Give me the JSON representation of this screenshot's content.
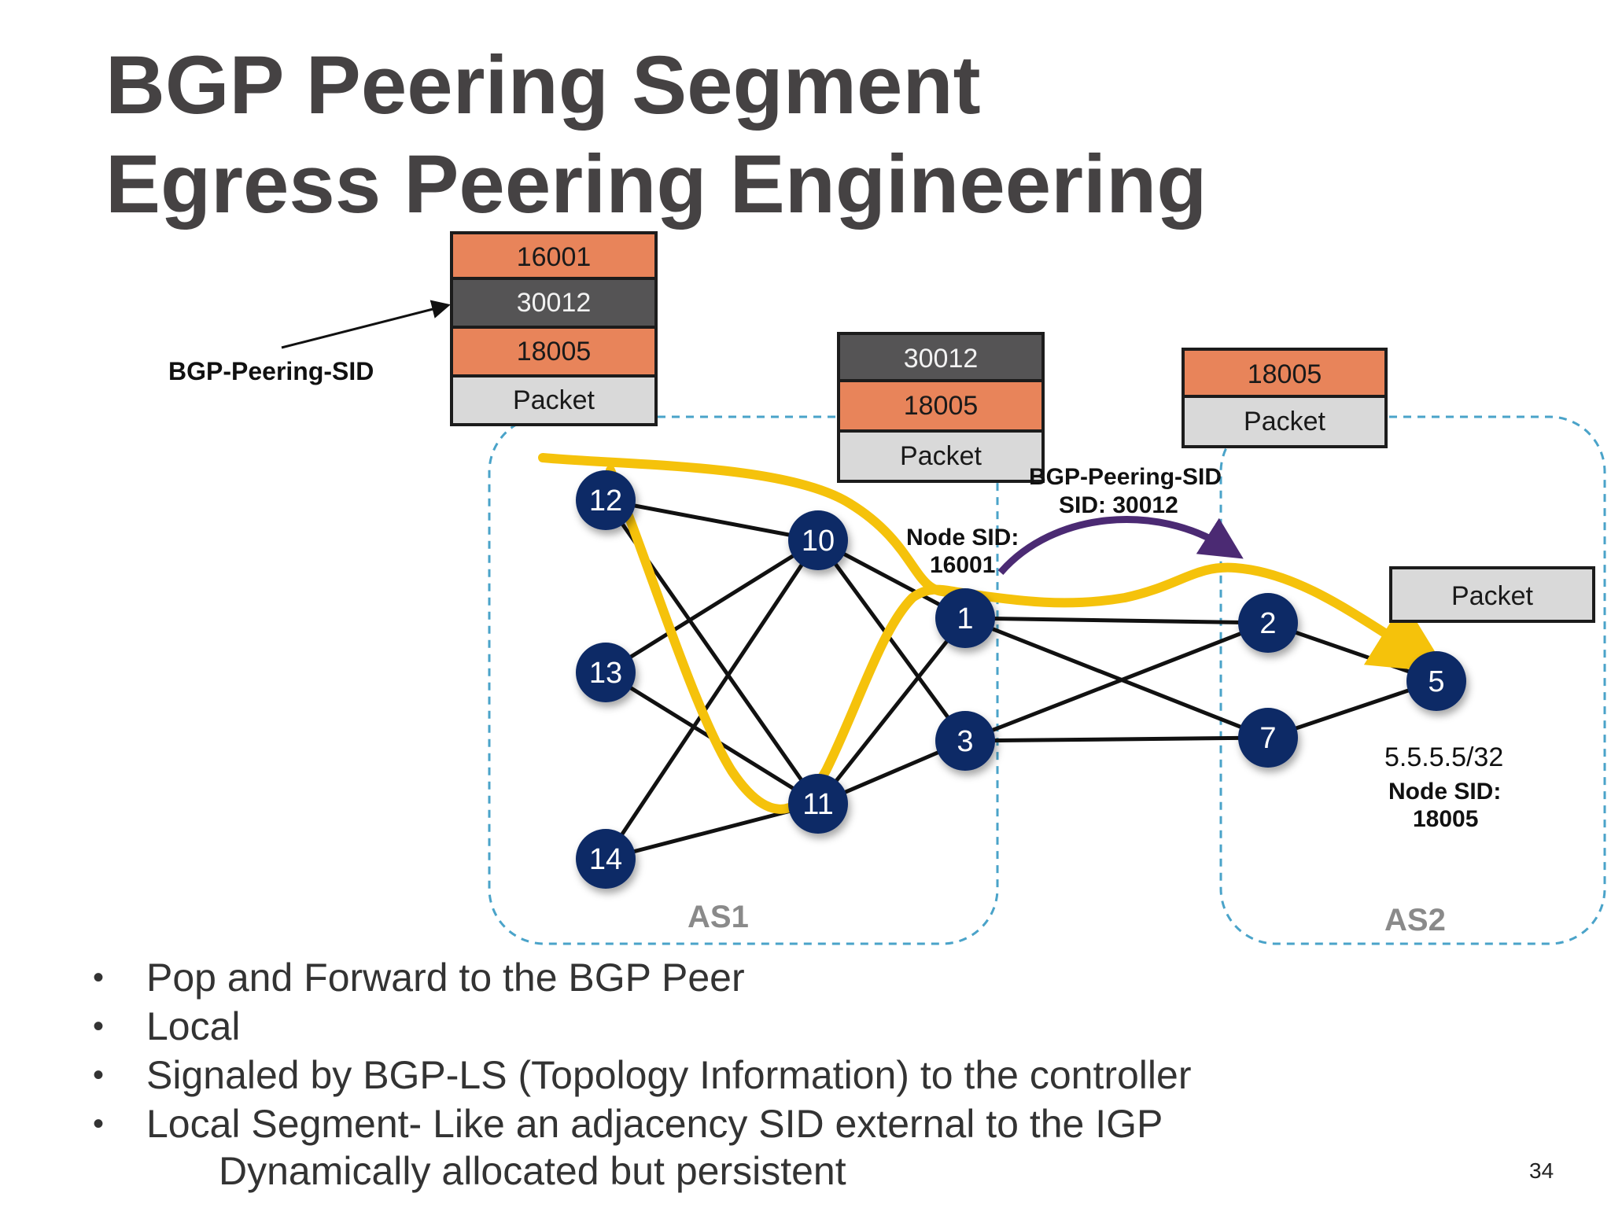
{
  "title": {
    "line1": "BGP Peering Segment",
    "line2": "Egress Peering Engineering"
  },
  "stack_ingress": {
    "cells": [
      {
        "text": "16001",
        "style": "orange"
      },
      {
        "text": "30012",
        "style": "dark"
      },
      {
        "text": "18005",
        "style": "orange"
      },
      {
        "text": "Packet",
        "style": "light"
      }
    ]
  },
  "stack_mid": {
    "cells": [
      {
        "text": "30012",
        "style": "dark"
      },
      {
        "text": "18005",
        "style": "orange"
      },
      {
        "text": "Packet",
        "style": "light"
      }
    ]
  },
  "stack_as2": {
    "cells": [
      {
        "text": "18005",
        "style": "orange"
      },
      {
        "text": "Packet",
        "style": "light"
      }
    ]
  },
  "stack_dest": {
    "cells": [
      {
        "text": "Packet",
        "style": "light"
      }
    ]
  },
  "labels": {
    "bgp_peering_sid": "BGP-Peering-SID",
    "peering_sid_line1": "BGP-Peering-SID",
    "peering_sid_line2": "SID: 30012",
    "node_sid_1_line1": "Node SID:",
    "node_sid_1_line2": "16001",
    "prefix": "5.5.5.5/32",
    "node_sid_5_line1": "Node SID:",
    "node_sid_5_line2": "18005",
    "as1": "AS1",
    "as2": "AS2"
  },
  "nodes": [
    {
      "id": "12",
      "label": "12"
    },
    {
      "id": "13",
      "label": "13"
    },
    {
      "id": "14",
      "label": "14"
    },
    {
      "id": "10",
      "label": "10"
    },
    {
      "id": "11",
      "label": "11"
    },
    {
      "id": "1",
      "label": "1"
    },
    {
      "id": "3",
      "label": "3"
    },
    {
      "id": "2",
      "label": "2"
    },
    {
      "id": "7",
      "label": "7"
    },
    {
      "id": "5",
      "label": "5"
    }
  ],
  "links": [
    [
      "12",
      "10"
    ],
    [
      "12",
      "11"
    ],
    [
      "13",
      "10"
    ],
    [
      "13",
      "11"
    ],
    [
      "14",
      "10"
    ],
    [
      "14",
      "11"
    ],
    [
      "10",
      "1"
    ],
    [
      "10",
      "3"
    ],
    [
      "11",
      "1"
    ],
    [
      "11",
      "3"
    ],
    [
      "1",
      "2"
    ],
    [
      "1",
      "7"
    ],
    [
      "3",
      "2"
    ],
    [
      "3",
      "7"
    ],
    [
      "2",
      "5"
    ],
    [
      "7",
      "5"
    ]
  ],
  "colors": {
    "node_fill": "#0c2a66",
    "path": "#f5c20b",
    "hop_arrow": "#4b2a73",
    "as_border": "#4aa3c9",
    "link": "#111111"
  },
  "bullets": [
    "Pop and Forward to the BGP Peer",
    "Local",
    "Signaled by BGP-LS (Topology Information) to the controller",
    "Local Segment- Like an adjacency SID external to the IGP"
  ],
  "sub_bullet": "Dynamically allocated but persistent",
  "page_number": "34"
}
